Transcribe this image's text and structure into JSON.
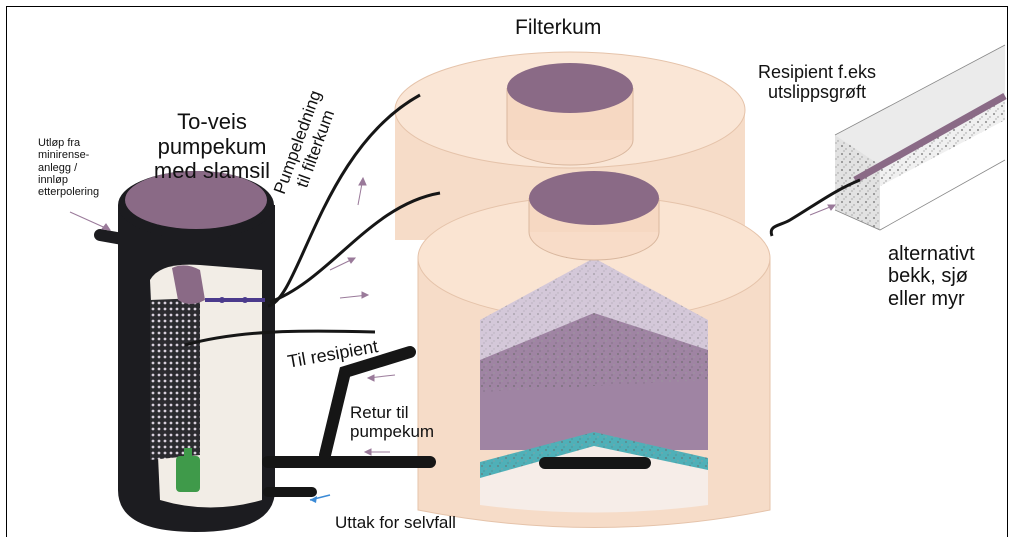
{
  "labels": {
    "filterkum": "Filterkum",
    "toveis": [
      "To-veis",
      "pumpekum",
      "med slamsil"
    ],
    "utlop": [
      "Utløp fra",
      "minirense-",
      "anlegg /",
      "innløp",
      "etterpolering"
    ],
    "pumpeledning": [
      "Pumpeledning",
      "til filterkum"
    ],
    "resipient": [
      "Resipient f.eks",
      "utslippsgrøft"
    ],
    "alternativt": [
      "alternativt",
      "bekk, sjø",
      "eller myr"
    ],
    "til_resipient": "Til resipient",
    "retur": [
      "Retur til",
      "pumpekum"
    ],
    "uttak": "Uttak for selvfall"
  },
  "colors": {
    "tank": "#f6dcc8",
    "tank_edge": "#e9c6ad",
    "lid": "#8a6a86",
    "pump_tank": "#1c1c20",
    "filter_light": "#cfc1d4",
    "filter_mid": "#a388a6",
    "filter_dark": "#8c6f8e",
    "filter_teal": "#4fb0b8",
    "pump_green": "#3f9a4a",
    "pipe": "#161616"
  }
}
